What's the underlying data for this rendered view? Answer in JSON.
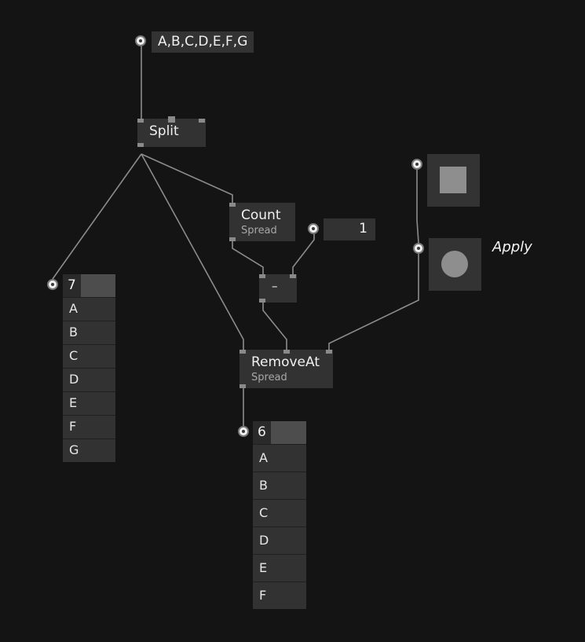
{
  "string_input": {
    "value": "A,B,C,D,E,F,G"
  },
  "nodes": {
    "split": {
      "title": "Split"
    },
    "count": {
      "title": "Count",
      "subtitle": "Spread"
    },
    "subtract": {
      "title": "–"
    },
    "number": {
      "value": "1"
    },
    "removeat": {
      "title": "RemoveAt",
      "subtitle": "Spread"
    }
  },
  "list_left": {
    "count": "7",
    "items": [
      "A",
      "B",
      "C",
      "D",
      "E",
      "F",
      "G"
    ]
  },
  "list_right": {
    "count": "6",
    "items": [
      "A",
      "B",
      "C",
      "D",
      "E",
      "F"
    ]
  },
  "apply": {
    "label": "Apply"
  },
  "colors": {
    "background": "#141414",
    "node": "#323232",
    "wire": "#8a8a8a",
    "pin": "#8a8a8a"
  }
}
